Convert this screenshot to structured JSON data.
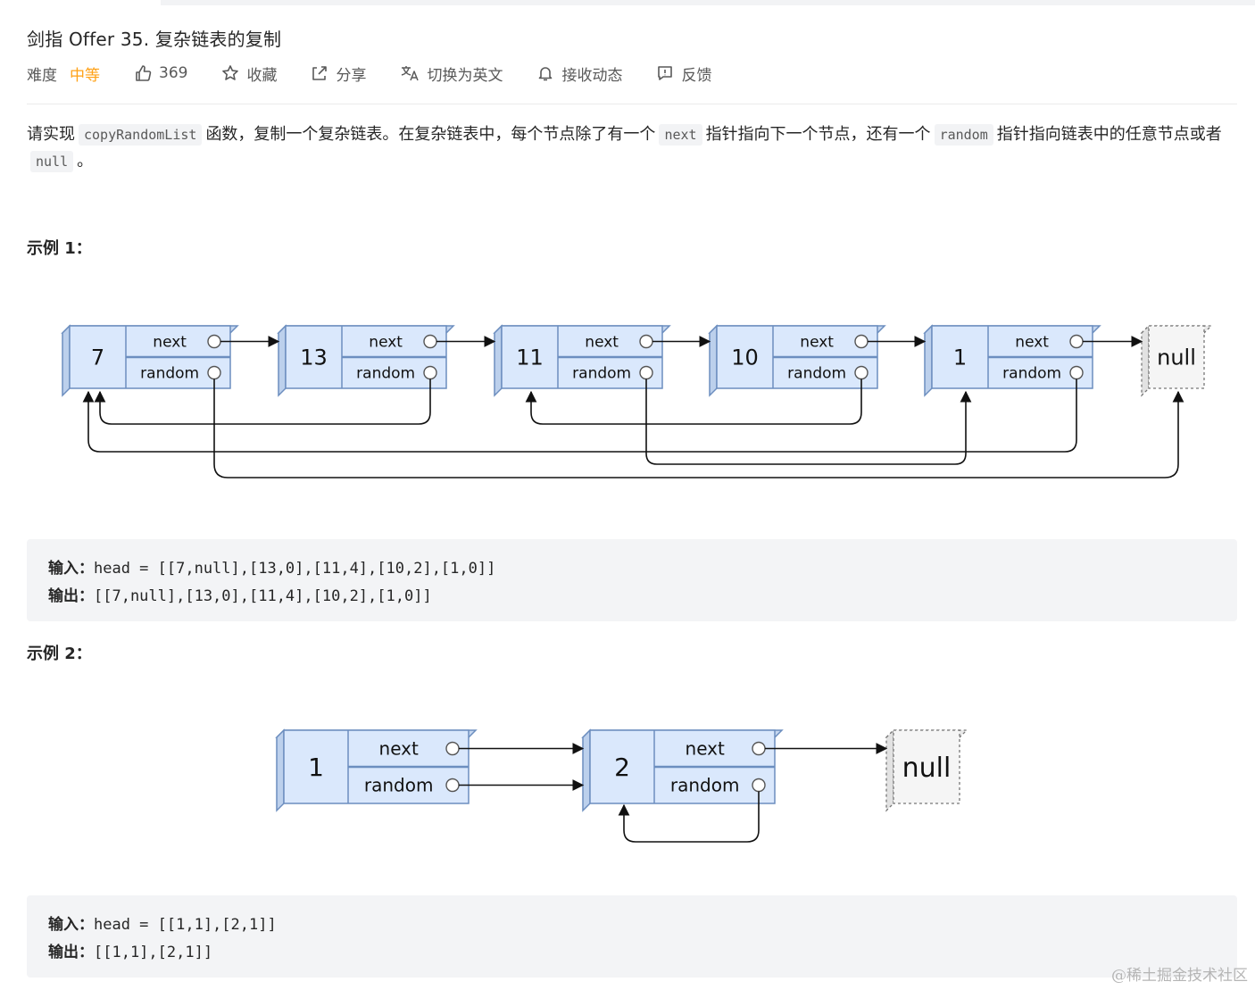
{
  "title": "剑指 Offer 35. 复杂链表的复制",
  "meta": {
    "difficulty_label": "难度",
    "difficulty_value": "中等",
    "likes": "369",
    "favorite": "收藏",
    "share": "分享",
    "switch_lang": "切换为英文",
    "subscribe": "接收动态",
    "feedback": "反馈"
  },
  "description": {
    "p1": "请实现",
    "c1": "copyRandomList",
    "p2": "函数，复制一个复杂链表。在复杂链表中，每个节点除了有一个",
    "c2": "next",
    "p3": "指针指向下一个节点，还有一个",
    "c3": "random",
    "p4": "指针指向链表中的任意节点或者",
    "c4": "null",
    "p5": "。"
  },
  "example1": {
    "heading": "示例 1：",
    "nodes": [
      "7",
      "13",
      "11",
      "10",
      "1"
    ],
    "null_label": "null",
    "next_label": "next",
    "random_label": "random",
    "input_label": "输入：",
    "input_value": "head = [[7,null],[13,0],[11,4],[10,2],[1,0]]",
    "output_label": "输出：",
    "output_value": "[[7,null],[13,0],[11,4],[10,2],[1,0]]"
  },
  "example2": {
    "heading": "示例 2：",
    "nodes": [
      "1",
      "2"
    ],
    "null_label": "null",
    "next_label": "next",
    "random_label": "random",
    "input_label": "输入：",
    "input_value": "head = [[1,1],[2,1]]",
    "output_label": "输出：",
    "output_value": "[[1,1],[2,1]]"
  },
  "watermark": "@稀土掘金技术社区",
  "colors": {
    "accent": "#ffa116",
    "node_fill": "#dae8fc",
    "node_stroke": "#6c8ebf",
    "code_bg": "#f3f4f6"
  }
}
